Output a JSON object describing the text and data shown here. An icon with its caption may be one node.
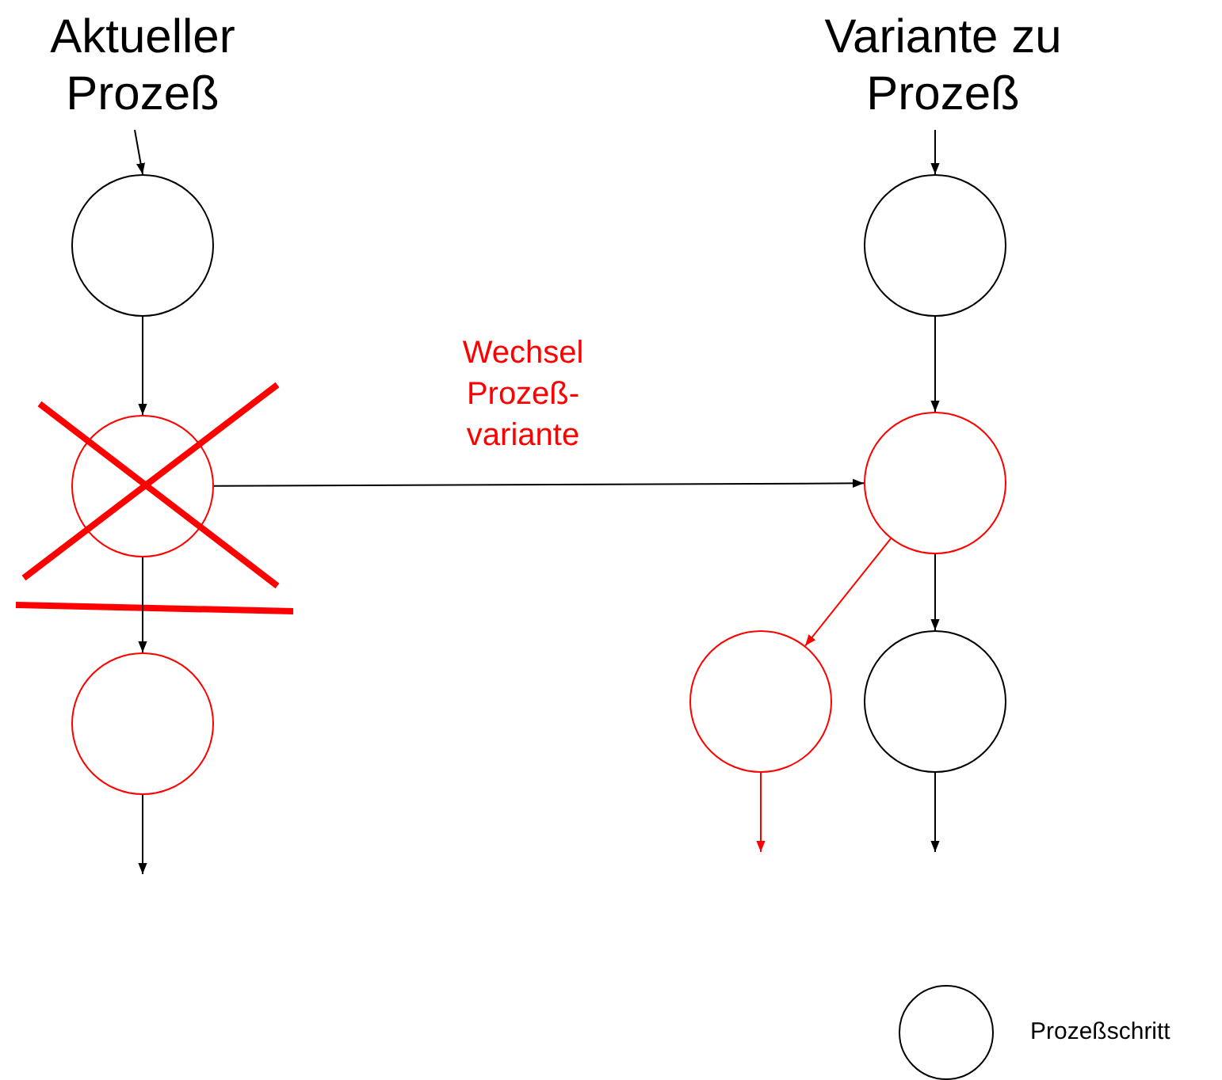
{
  "diagram": {
    "nodes": [
      {
        "text": [
          "Aktueller Prozeß"
        ]
      },
      {
        "text": [],
        "shape": "circle"
      },
      {
        "text": [],
        "shape": "circle"
      },
      {
        "text": [],
        "shape": "circle"
      },
      {
        "text": [
          "Variante zu Prozeß"
        ]
      },
      {
        "text": [],
        "shape": "circle"
      },
      {
        "text": [],
        "shape": "circle"
      },
      {
        "text": [],
        "shape": "circle"
      },
      {
        "text": [],
        "shape": "circle"
      }
    ],
    "edges": [
      {
        "from": 0,
        "to": 1,
        "arrow": "to"
      },
      {
        "from": 1,
        "to": 2,
        "arrow": "to"
      },
      {
        "from": 2,
        "to": 3,
        "arrow": "to"
      },
      {
        "from": 3,
        "to": null,
        "arrow": "to"
      },
      {
        "from": 4,
        "to": 5,
        "arrow": "to"
      },
      {
        "from": 5,
        "to": 6,
        "arrow": "to"
      },
      {
        "from": 2,
        "to": 6,
        "label": "Wechsel Prozeß- variante",
        "arrow": "to"
      },
      {
        "from": 6,
        "to": 7,
        "arrow": "to",
        "color": "#ff0000"
      },
      {
        "from": 6,
        "to": 8,
        "arrow": "to"
      },
      {
        "from": 7,
        "to": null,
        "arrow": "to",
        "color": "#ff0000"
      },
      {
        "from": 8,
        "to": null,
        "arrow": "to"
      }
    ],
    "legend": [
      {
        "text": "Prozeßschritt"
      }
    ]
  }
}
